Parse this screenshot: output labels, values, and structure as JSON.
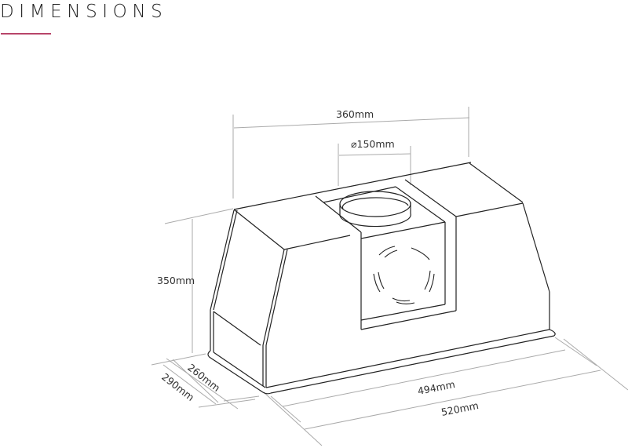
{
  "header": {
    "title": "DIMENSIONS",
    "accent_color": "#b8456a"
  },
  "diagram": {
    "subject": "built-in cooker hood insert (isometric line drawing)",
    "line_color": "#222222",
    "dimension_line_color": "#aaaaaa",
    "dimensions": {
      "top_width": "360mm",
      "duct_diameter": "⌀150mm",
      "height": "350mm",
      "inner_depth": "260mm",
      "outer_depth": "290mm",
      "inner_width": "494mm",
      "outer_width": "520mm"
    }
  }
}
